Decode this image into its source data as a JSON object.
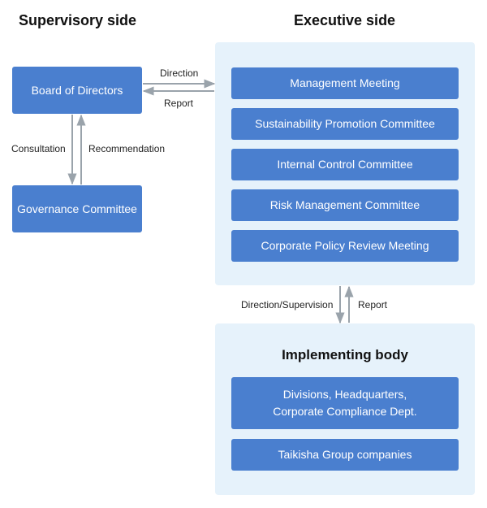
{
  "headings": {
    "supervisory": "Supervisory side",
    "executive": "Executive side"
  },
  "supervisory": {
    "board": "Board of Directors",
    "governance": "Governance Committee",
    "consultation": "Consultation",
    "recommendation": "Recommendation"
  },
  "board_exec_links": {
    "direction": "Direction",
    "report": "Report"
  },
  "executive": {
    "committees": [
      "Management Meeting",
      "Sustainability Promotion Committee",
      "Internal Control Committee",
      "Risk Management Committee",
      "Corporate Policy Review Meeting"
    ]
  },
  "exec_impl_links": {
    "direction_supervision": "Direction/Supervision",
    "report": "Report"
  },
  "implementing": {
    "title": "Implementing body",
    "divisions": "Divisions, Headquarters,\nCorporate Compliance Dept.",
    "group": "Taikisha Group companies"
  },
  "colors": {
    "box": "#4a7fcf",
    "panel": "#e6f2fb",
    "arrow": "#9aa3ab"
  }
}
